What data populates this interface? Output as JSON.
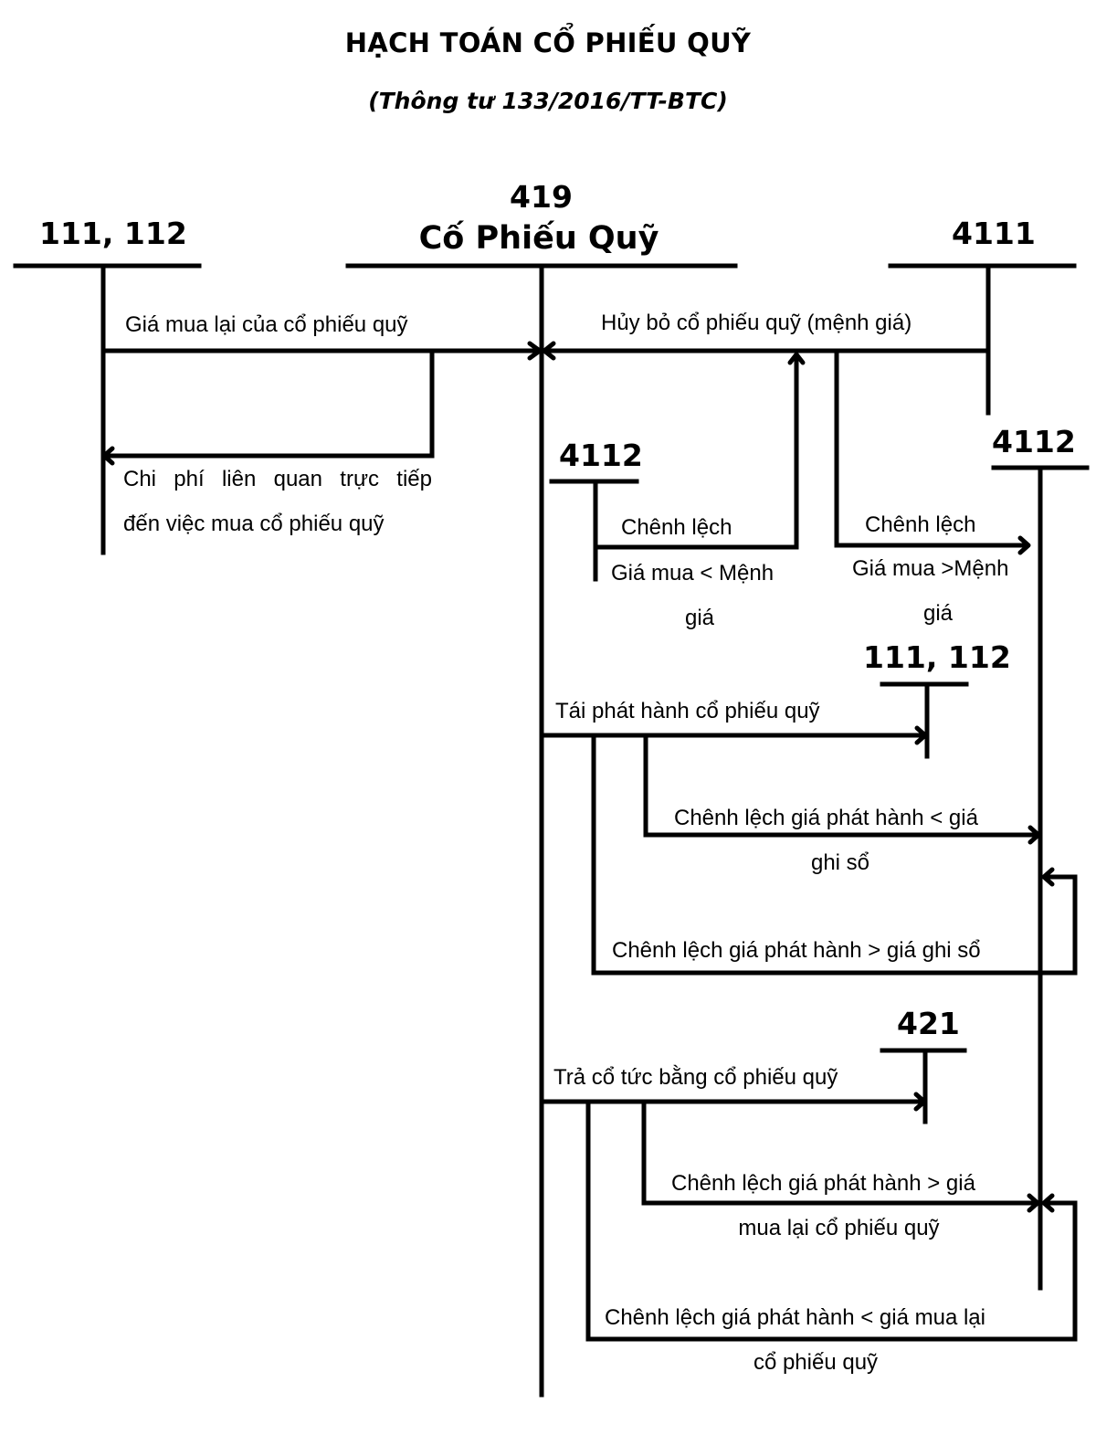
{
  "header": {
    "title": "HẠCH TOÁN CỔ PHIẾU QUỸ",
    "subtitle": "(Thông tư 133/2016/TT-BTC)"
  },
  "accounts": {
    "cash_top": "111, 112",
    "treasury_code": "419",
    "treasury_name": "Cố Phiếu Quỹ",
    "capital_4111": "4111",
    "premium_4112_left": "4112",
    "premium_4112_right": "4112",
    "cash_reissue": "111, 112",
    "retained_421": "421"
  },
  "entries": {
    "repurchase_price": "Giá mua lại của cổ phiếu quỹ",
    "direct_cost_line1": "Chi phí liên quan trực tiếp",
    "direct_cost_line2": "đến việc mua cổ phiếu quỹ",
    "cancel_par": "Hủy bỏ cổ phiếu quỹ (mệnh giá)",
    "diff_low_title": "Chênh lệch",
    "diff_low_line1": "Giá mua < Mệnh",
    "diff_low_line2": "giá",
    "diff_high_title": "Chênh lệch",
    "diff_high_line1": "Giá mua >Mệnh",
    "diff_high_line2": "giá",
    "reissue": "Tái phát hành cổ phiếu quỹ",
    "reissue_lower_line1": "Chênh lệch giá phát hành < giá",
    "reissue_lower_line2": "ghi sổ",
    "reissue_higher": "Chênh lệch giá phát hành > giá ghi sổ",
    "dividend": "Trả cổ tức bằng cổ phiếu quỹ",
    "dividend_higher_line1": "Chênh lệch giá phát hành > giá",
    "dividend_higher_line2": "mua lại cổ phiếu quỹ",
    "dividend_lower_line1": "Chênh lệch giá phát hành  < giá mua lại",
    "dividend_lower_line2": "cổ phiếu quỹ"
  }
}
